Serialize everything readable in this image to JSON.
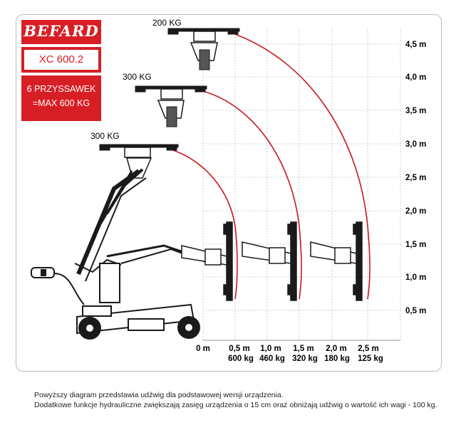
{
  "brand": {
    "logo": "BEFARD",
    "model": "XC 600.2",
    "capacity_line1": "6 PRZYSSAWEK",
    "capacity_line2": "=MAX 600 KG"
  },
  "diagram": {
    "load_labels": [
      "200 KG",
      "300 KG",
      "300 KG"
    ],
    "height_labels": [
      "4,5 m",
      "4,0 m",
      "3,5 m",
      "3,0 m",
      "2,5 m",
      "2,0 m",
      "1,5 m",
      "1,0 m",
      "0,5 m"
    ],
    "reach_labels": [
      "0 m",
      "0,5 m",
      "1,0 m",
      "1,5 m",
      "2,0 m",
      "2,5 m"
    ],
    "weight_labels": [
      "600 kg",
      "460 kg",
      "320 kg",
      "180 kg",
      "125 kg"
    ],
    "colors": {
      "arc": "#c8181e",
      "brand": "#d81e25",
      "grid": "#b0b0b0",
      "machine": "#1a1a1a"
    }
  },
  "footer": {
    "line1": "Powyższy diagram przedstawia udźwig dla podstawowej wersji urządzenia.",
    "line2": "Dodatkowe funkcje hydrauliczne zwiększają zasięg urządzenia o 15 cm oraz obniżają udźwig o wartość ich wagi - 100 kg."
  }
}
